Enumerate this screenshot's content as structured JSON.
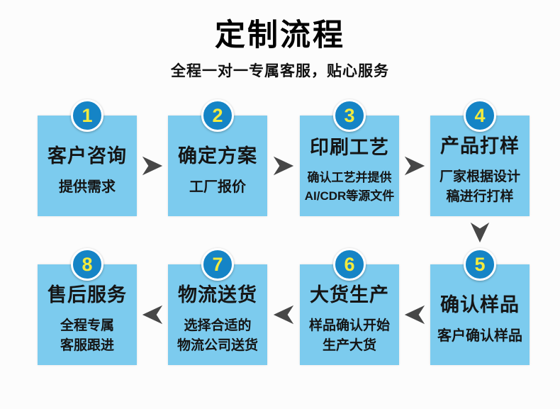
{
  "header": {
    "title": "定制流程",
    "subtitle": "全程一对一专属客服，贴心服务"
  },
  "colors": {
    "bg": "#fcfcfc",
    "box": "#7ccbee",
    "circle": "#1584c6",
    "number": "#f3ea3d",
    "arrow": "#474747",
    "text": "#151515"
  },
  "icons": {
    "right_arrow": "arrow-right-icon",
    "down_arrow": "arrow-down-icon",
    "left_arrow": "arrow-left-icon"
  },
  "steps": [
    {
      "num": "1",
      "title": "客户咨询",
      "desc_lines": [
        "提供需求"
      ]
    },
    {
      "num": "2",
      "title": "确定方案",
      "desc_lines": [
        "工厂报价"
      ]
    },
    {
      "num": "3",
      "title": "印刷工艺",
      "desc_lines": [
        "确认工艺并提供",
        "AI/CDR等源文件"
      ]
    },
    {
      "num": "4",
      "title": "产品打样",
      "desc_lines": [
        "厂家根据设计",
        "稿进行打样"
      ]
    },
    {
      "num": "5",
      "title": "确认样品",
      "desc_lines": [
        "客户确认样品"
      ]
    },
    {
      "num": "6",
      "title": "大货生产",
      "desc_lines": [
        "样品确认开始",
        "生产大货"
      ]
    },
    {
      "num": "7",
      "title": "物流送货",
      "desc_lines": [
        "选择合适的",
        "物流公司送货"
      ]
    },
    {
      "num": "8",
      "title": "售后服务",
      "desc_lines": [
        "全程专属",
        "客服跟进"
      ]
    }
  ]
}
